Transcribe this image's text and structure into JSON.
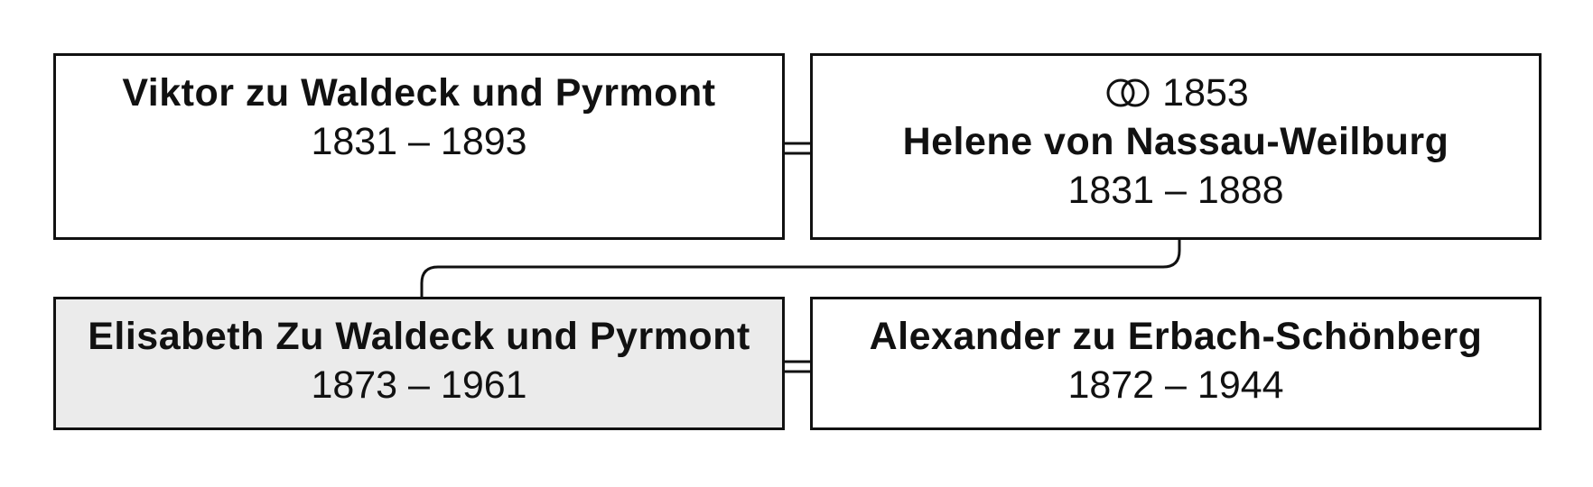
{
  "parents": {
    "father": {
      "name": "Viktor zu Waldeck und Pyrmont",
      "dates": "1831 – 1893"
    },
    "mother": {
      "marriage_year": "1853",
      "marriage_icon": "rings-icon",
      "name": "Helene von Nassau-Weilburg",
      "dates": "1831 – 1888"
    }
  },
  "couple": {
    "subject": {
      "name": "Elisabeth Zu Waldeck und Pyrmont",
      "dates": "1873 – 1961",
      "highlight_color": "#ebebeb"
    },
    "spouse": {
      "name": "Alexander zu Erbach-Schönberg",
      "dates": "1872 – 1944"
    }
  }
}
